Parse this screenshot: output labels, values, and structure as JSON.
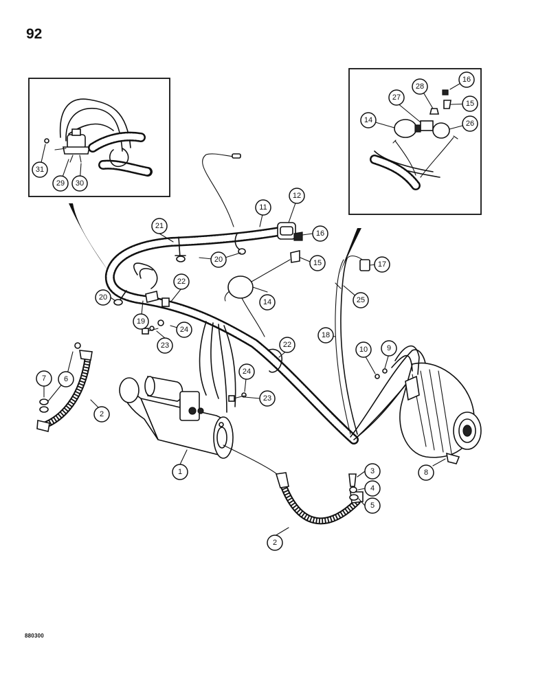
{
  "page": {
    "number": "92",
    "doc_code": "880300"
  },
  "callouts": [
    {
      "id": "c1",
      "label": "1"
    },
    {
      "id": "c2a",
      "label": "2"
    },
    {
      "id": "c2b",
      "label": "2"
    },
    {
      "id": "c3",
      "label": "3"
    },
    {
      "id": "c4",
      "label": "4"
    },
    {
      "id": "c5",
      "label": "5"
    },
    {
      "id": "c6",
      "label": "6"
    },
    {
      "id": "c7",
      "label": "7"
    },
    {
      "id": "c8",
      "label": "8"
    },
    {
      "id": "c9",
      "label": "9"
    },
    {
      "id": "c10",
      "label": "10"
    },
    {
      "id": "c11",
      "label": "11"
    },
    {
      "id": "c12",
      "label": "12"
    },
    {
      "id": "c14a",
      "label": "14"
    },
    {
      "id": "c14b",
      "label": "14"
    },
    {
      "id": "c15a",
      "label": "15"
    },
    {
      "id": "c15b",
      "label": "15"
    },
    {
      "id": "c16a",
      "label": "16"
    },
    {
      "id": "c16b",
      "label": "16"
    },
    {
      "id": "c17",
      "label": "17"
    },
    {
      "id": "c18",
      "label": "18"
    },
    {
      "id": "c19",
      "label": "19"
    },
    {
      "id": "c20a",
      "label": "20"
    },
    {
      "id": "c20b",
      "label": "20"
    },
    {
      "id": "c21",
      "label": "21"
    },
    {
      "id": "c22a",
      "label": "22"
    },
    {
      "id": "c22b",
      "label": "22"
    },
    {
      "id": "c23a",
      "label": "23"
    },
    {
      "id": "c23b",
      "label": "23"
    },
    {
      "id": "c24a",
      "label": "24"
    },
    {
      "id": "c24b",
      "label": "24"
    },
    {
      "id": "c25",
      "label": "25"
    },
    {
      "id": "c26",
      "label": "26"
    },
    {
      "id": "c27",
      "label": "27"
    },
    {
      "id": "c28",
      "label": "28"
    },
    {
      "id": "c29",
      "label": "29"
    },
    {
      "id": "c30",
      "label": "30"
    },
    {
      "id": "c31",
      "label": "31"
    }
  ]
}
